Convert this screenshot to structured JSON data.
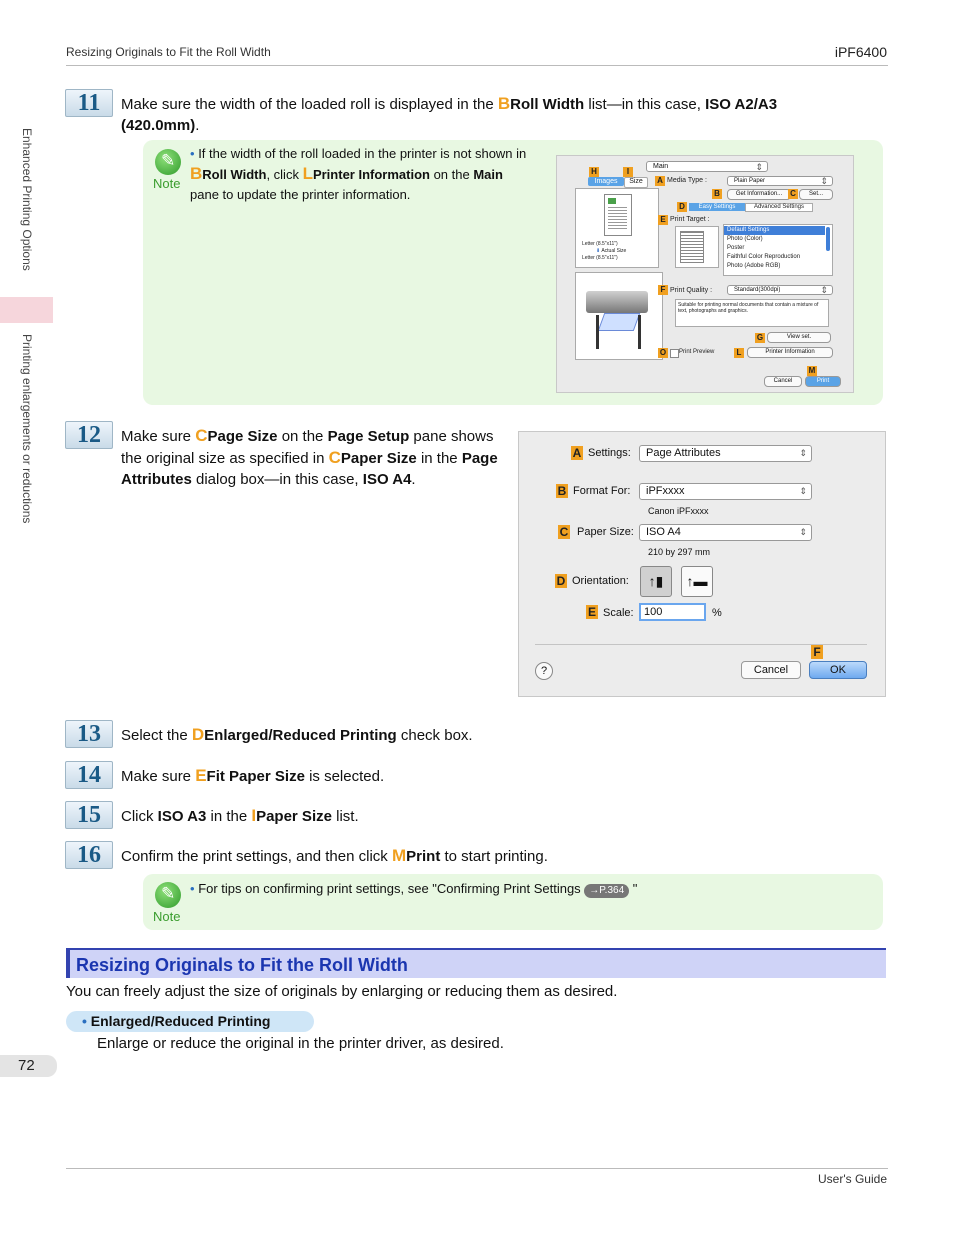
{
  "header": {
    "left": "Resizing Originals to Fit the Roll Width",
    "right": "iPF6400"
  },
  "side": {
    "top": "Enhanced Printing Options",
    "bottom": "Printing enlargements or reductions"
  },
  "steps": {
    "s11": {
      "num": "11",
      "t1": "Make sure the width of the loaded roll is displayed in the ",
      "ref": "B",
      "b1": "Roll Width",
      "t2": " list—in this case, ",
      "b2": "ISO A2/A3 (420.0mm)",
      "t3": "."
    },
    "s12": {
      "num": "12",
      "t1": "Make sure ",
      "ref1": "C",
      "b1": "Page Size",
      "t2": " on the ",
      "b2": "Page Setup",
      "t3": " pane shows the original size as specified in ",
      "ref2": "C",
      "b3": "Paper Size",
      "t4": " in the ",
      "b4": "Page Attributes",
      "t5": " dialog box—in this case, ",
      "b5": "ISO A4",
      "t6": "."
    },
    "s13": {
      "num": "13",
      "t1": "Select the ",
      "ref": "D",
      "b1": "Enlarged/Reduced Printing",
      "t2": " check box."
    },
    "s14": {
      "num": "14",
      "t1": "Make sure ",
      "ref": "E",
      "b1": "Fit Paper Size",
      "t2": " is selected."
    },
    "s15": {
      "num": "15",
      "t1": "Click ",
      "b1": "ISO A3",
      "t2": " in the ",
      "ref": "I",
      "b2": "Paper Size",
      "t3": " list."
    },
    "s16": {
      "num": "16",
      "t1": "Confirm the print settings, and then click ",
      "ref": "M",
      "b1": "Print",
      "t2": " to start printing."
    }
  },
  "note1": {
    "label": "Note",
    "t1": "If the width of the roll loaded in the printer is not shown in ",
    "ref1": "B",
    "b1": "Roll Width",
    "t2": ", click ",
    "ref2": "L",
    "b2": "Printer Information",
    "t3": " on the ",
    "b3": "Main",
    "t4": " pane to update the printer information."
  },
  "note2": {
    "label": "Note",
    "t1": "For tips on confirming print settings, see \"Confirming Print Settings ",
    "pref": "→P.364",
    "t2": " \""
  },
  "driver": {
    "tab_main": "Main",
    "tab_images": "Images",
    "tab_size": "Size",
    "media_type_label": "Media Type :",
    "media_type_value": "Plain Paper",
    "get_info": "Get Information...",
    "set": "Set...",
    "easy_settings": "Easy Settings",
    "advanced_settings": "Advanced Settings",
    "print_target_label": "Print Target :",
    "targets": [
      "Default Settings",
      "Photo (Color)",
      "Poster",
      "Faithful Color Reproduction",
      "Photo (Adobe RGB)"
    ],
    "print_quality_label": "Print Quality :",
    "print_quality_value": "Standard(300dpi)",
    "description": "Suitable for printing normal documents that contain a mixture of text, photographs and graphics.",
    "view_set": "View set.",
    "print_preview": "Print Preview",
    "printer_info": "Printer Information",
    "cancel": "Cancel",
    "print": "Print",
    "size_line1": "Letter (8.5\"x11\")",
    "size_line2": "Actual Size",
    "size_line3": "Letter (8.5\"x11\")",
    "badges": {
      "h": "H",
      "i": "I",
      "a": "A",
      "b": "B",
      "c": "C",
      "d": "D",
      "e": "E",
      "f": "F",
      "g": "G",
      "l": "L",
      "o": "O",
      "m": "M"
    }
  },
  "dialog": {
    "settings_label": "Settings:",
    "settings_value": "Page Attributes",
    "format_for_label": "Format For:",
    "format_for_value": "iPFxxxx",
    "format_for_sub": "Canon iPFxxxx",
    "paper_size_label": "Paper Size:",
    "paper_size_value": "ISO A4",
    "paper_size_sub": "210 by 297 mm",
    "orientation_label": "Orientation:",
    "scale_label": "Scale:",
    "scale_value": "100",
    "scale_unit": "%",
    "help": "?",
    "cancel": "Cancel",
    "ok": "OK",
    "badges": {
      "a": "A",
      "b": "B",
      "c": "C",
      "d": "D",
      "e": "E",
      "f": "F"
    }
  },
  "section": {
    "title": "Resizing Originals to Fit the Roll Width",
    "intro": "You can freely adjust the size of originals by enlarging or reducing them as desired.",
    "pill": "Enlarged/Reduced Printing",
    "pill_text": "Enlarge or reduce the original in the printer driver, as desired."
  },
  "page_number": "72",
  "footer": "User's Guide"
}
